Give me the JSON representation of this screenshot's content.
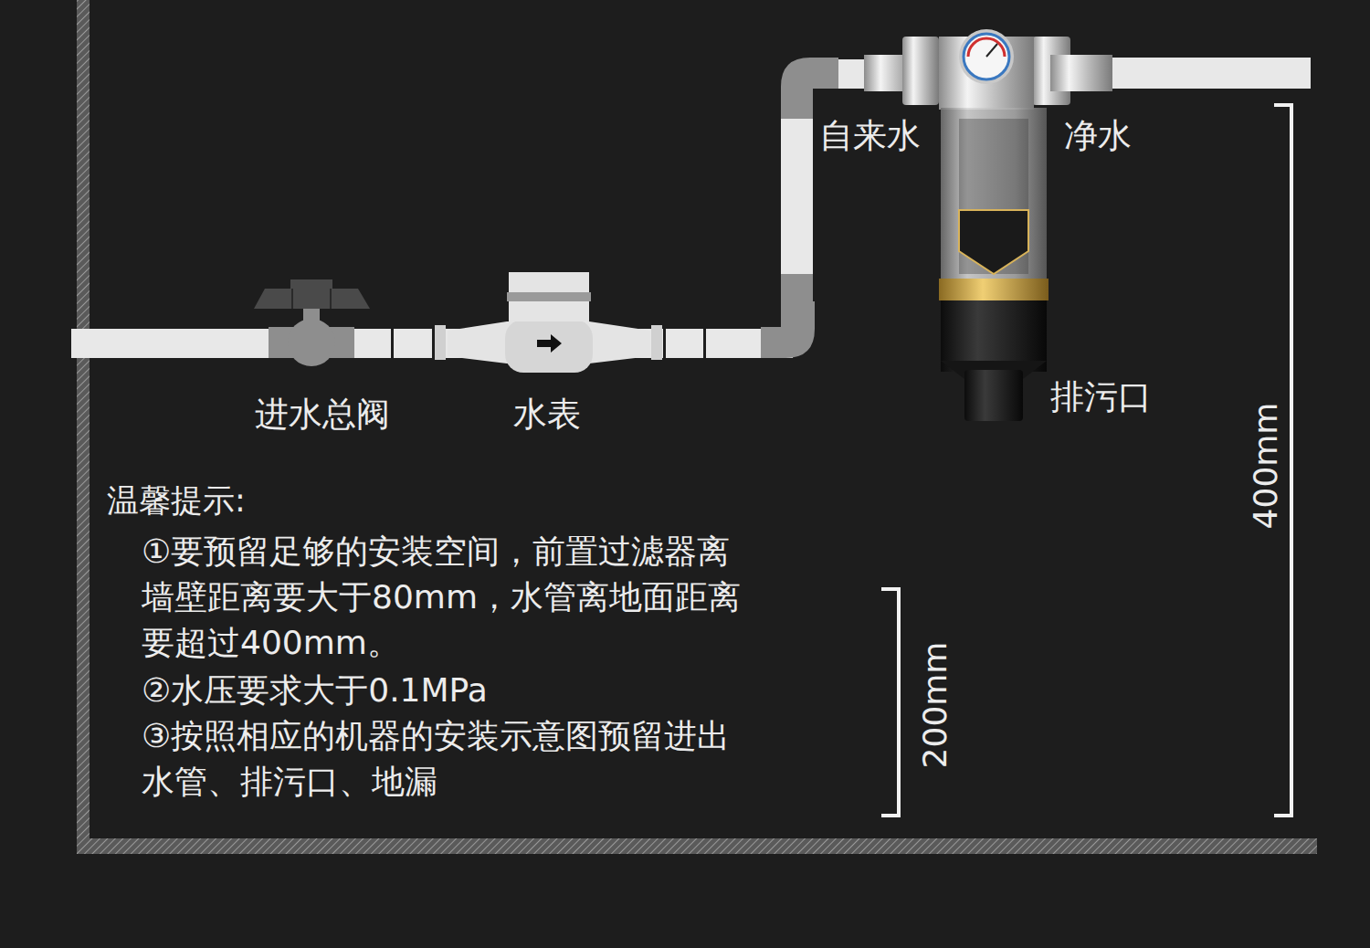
{
  "diagram": {
    "labels": [
      "自来水",
      "净水",
      "排污口",
      "进水总阀",
      "水表",
      "温馨提示:",
      "①要预留足够的安装空间，前置过滤器离墙壁距离要大于80mm，水管离地面距离要超过400mm。",
      "②水压要求大于0.1MPa",
      "③按照相应的机器的安装示意图预留进出水管、排污口、地漏",
      "400mm",
      "200mm"
    ]
  }
}
